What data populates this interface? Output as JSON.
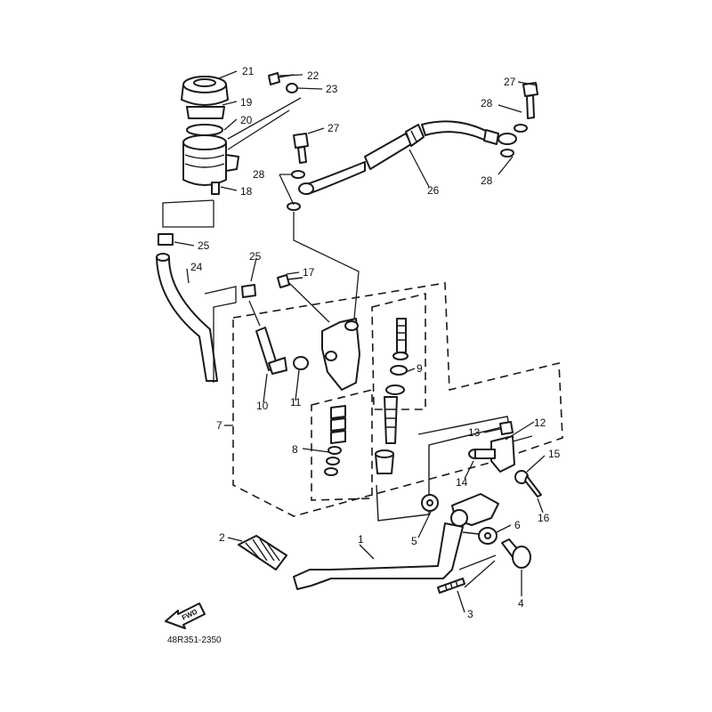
{
  "diagram_code": "48R351-2350",
  "fwd_label": "FWD",
  "callouts": [
    "21",
    "22",
    "19",
    "23",
    "20",
    "18",
    "27",
    "28",
    "26",
    "27",
    "28",
    "28",
    "25",
    "24",
    "25",
    "17",
    "7",
    "10",
    "11",
    "9",
    "8",
    "13",
    "12",
    "15",
    "14",
    "16",
    "5",
    "6",
    "2",
    "1",
    "4",
    "3"
  ]
}
